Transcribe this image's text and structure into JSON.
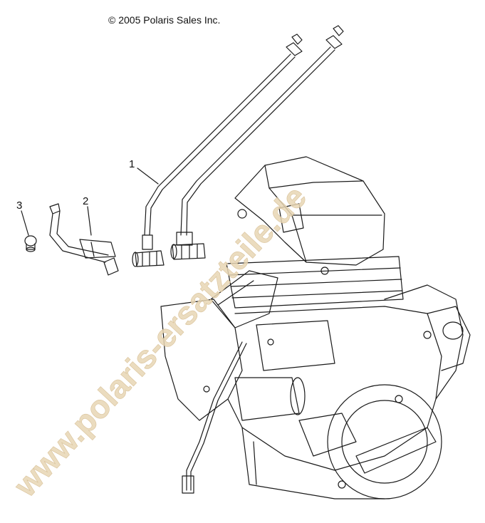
{
  "copyright": "© 2005 Polaris Sales Inc.",
  "callouts": [
    "1",
    "2",
    "3"
  ],
  "watermark": "www.polaris-ersatzteile.de",
  "colors": {
    "ink": "#1a1a1a",
    "watermark": "#e8d6b4"
  }
}
